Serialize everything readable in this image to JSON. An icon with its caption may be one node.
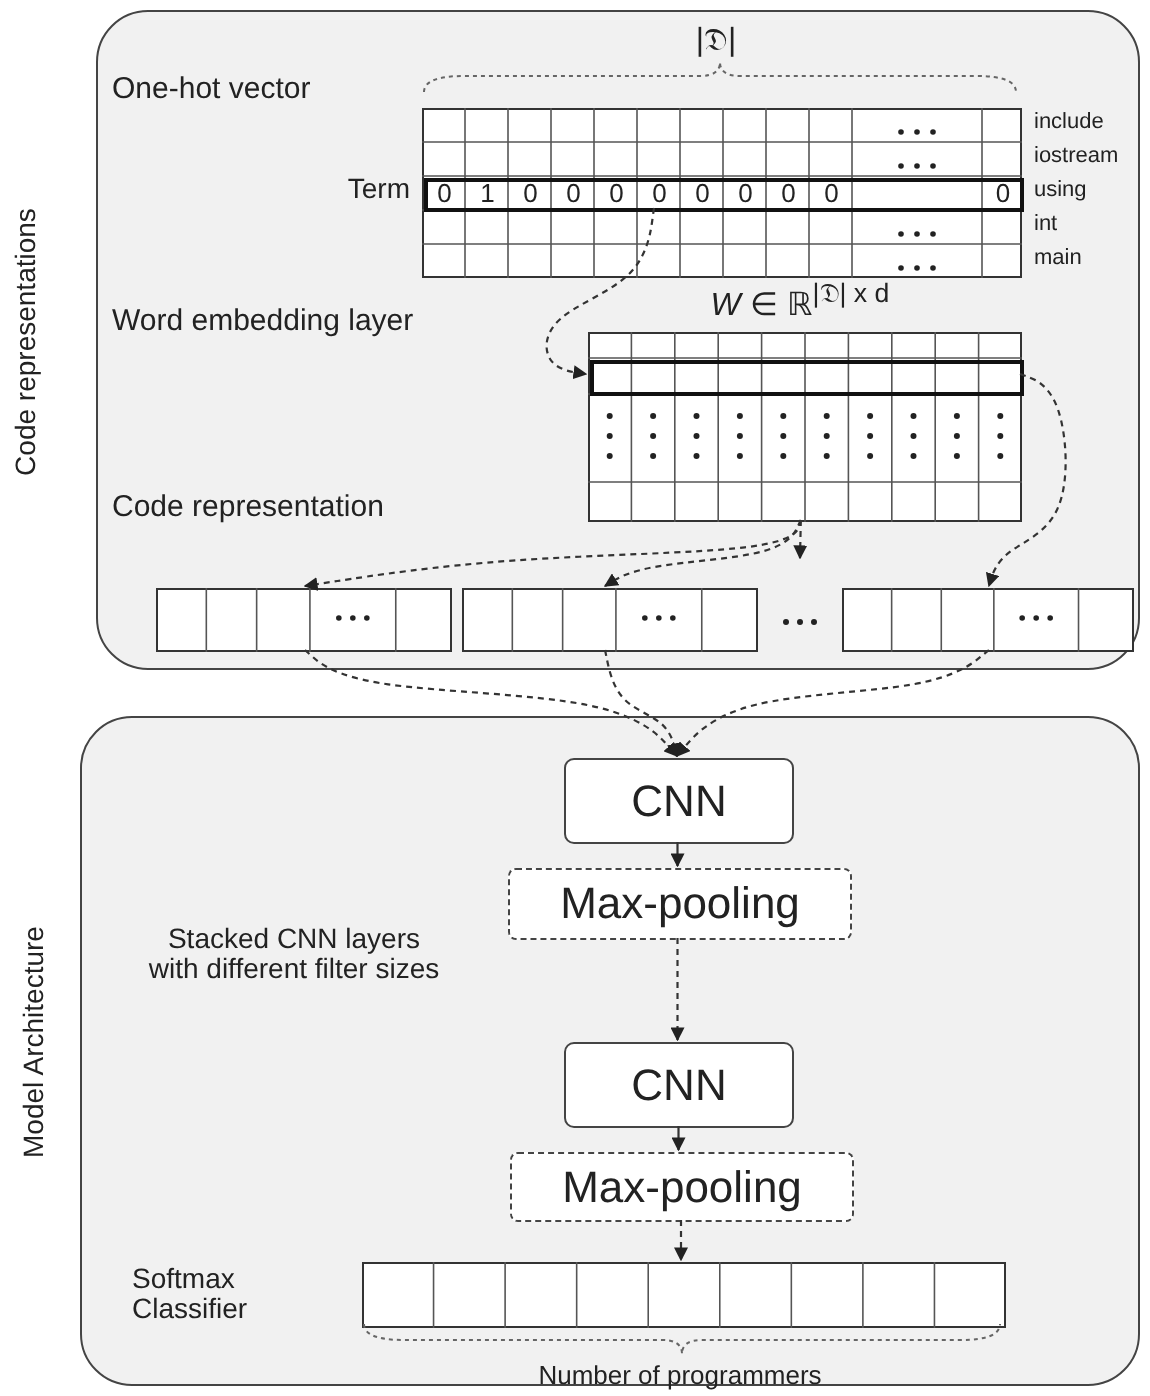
{
  "diagram": {
    "nodes": [
      {
        "text": [
          "Code representations"
        ]
      },
      {
        "text": [],
        "shape": "box",
        "in": 0,
        "beside": [
          "|𝔇|"
        ]
      },
      {
        "text": [
          "0",
          "1",
          "0",
          "0",
          "0",
          "0",
          "0",
          "0",
          "0",
          "0",
          "0"
        ],
        "in": 1,
        "beside": [
          "Term",
          "using"
        ]
      },
      {
        "text": [],
        "shape": "box",
        "in": 0,
        "beside": [
          "*W* ∈ ℝ$^{|𝔇| x d}$"
        ]
      },
      {
        "text": [],
        "shape": "box",
        "in": 3
      },
      {
        "text": [],
        "shape": "box",
        "in": 0
      },
      {
        "text": [],
        "shape": "box",
        "in": 0
      },
      {
        "text": [],
        "shape": "box",
        "in": 0
      },
      {
        "text": [
          "Model Architecture"
        ]
      },
      {
        "text": [
          "CNN"
        ],
        "in": 8
      },
      {
        "text": [
          "Max-pooling"
        ],
        "in": 8
      },
      {
        "text": [
          "CNN"
        ],
        "in": 8
      },
      {
        "text": [
          "Max-pooling"
        ],
        "in": 8
      },
      {
        "text": [],
        "shape": "box",
        "in": 8,
        "beside": [
          "Number of programmers"
        ]
      }
    ],
    "edges": [
      {
        "from": 2,
        "to": 4,
        "arrow": "to",
        "style": "dashed"
      },
      {
        "from": 4,
        "to": 7,
        "arrow": "to",
        "style": "dashed"
      },
      {
        "from": 3,
        "to": 5,
        "arrow": "to",
        "style": "dashed"
      },
      {
        "from": 3,
        "to": 6,
        "arrow": "to",
        "style": "dashed"
      },
      {
        "from": 3,
        "to": null,
        "arrow": "to",
        "style": "dashed"
      },
      {
        "from": 5,
        "to": 9,
        "arrow": "to",
        "style": "dashed"
      },
      {
        "from": 6,
        "to": 9,
        "arrow": "to",
        "style": "dashed"
      },
      {
        "from": 7,
        "to": 9,
        "arrow": "to",
        "style": "dashed"
      },
      {
        "from": 9,
        "to": 10,
        "arrow": "to"
      },
      {
        "from": 10,
        "to": 11,
        "arrow": "to",
        "style": "dashed"
      },
      {
        "from": 11,
        "to": 12,
        "arrow": "to"
      },
      {
        "from": 12,
        "to": 13,
        "arrow": "to",
        "style": "dashed"
      }
    ],
    "labels": [
      "One-hot vector",
      "include",
      "iostream",
      "int",
      "main",
      "Word embedding layer",
      "Code representation",
      "Stacked CNN layers with different filter sizes",
      "Softmax Classifier"
    ]
  }
}
